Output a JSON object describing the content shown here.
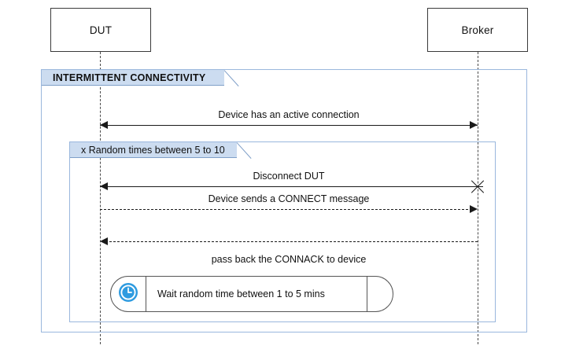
{
  "diagram": {
    "type": "uml-sequence-diagram",
    "participants": [
      {
        "id": "dut",
        "label": "DUT"
      },
      {
        "id": "broker",
        "label": "Broker"
      }
    ],
    "fragments": [
      {
        "id": "outer",
        "label": "INTERMITTENT CONNECTIVITY",
        "accent": "#ccdcf0",
        "border": "#9ab7dd"
      },
      {
        "id": "inner",
        "label": "x Random times between 5 to 10",
        "accent": "#ccdcf0",
        "border": "#9ab7dd"
      }
    ],
    "messages": [
      {
        "id": "m1",
        "label": "Device has an active connection",
        "style": "solid",
        "direction": "both"
      },
      {
        "id": "m2",
        "label": "Disconnect DUT",
        "style": "solid",
        "direction": "left"
      },
      {
        "id": "m3",
        "label": "Device sends a CONNECT message",
        "style": "dashed",
        "direction": "right"
      },
      {
        "id": "m4",
        "label": "pass back the CONNACK to device",
        "style": "dashed",
        "direction": "left"
      }
    ],
    "wait_block": {
      "label": "Wait random time between 1 to 5 mins",
      "icon": "clock-icon",
      "icon_color": "#2E9BE0"
    },
    "destruction_marker": {
      "id": "x1",
      "glyph": "x-destruction-marker"
    }
  }
}
